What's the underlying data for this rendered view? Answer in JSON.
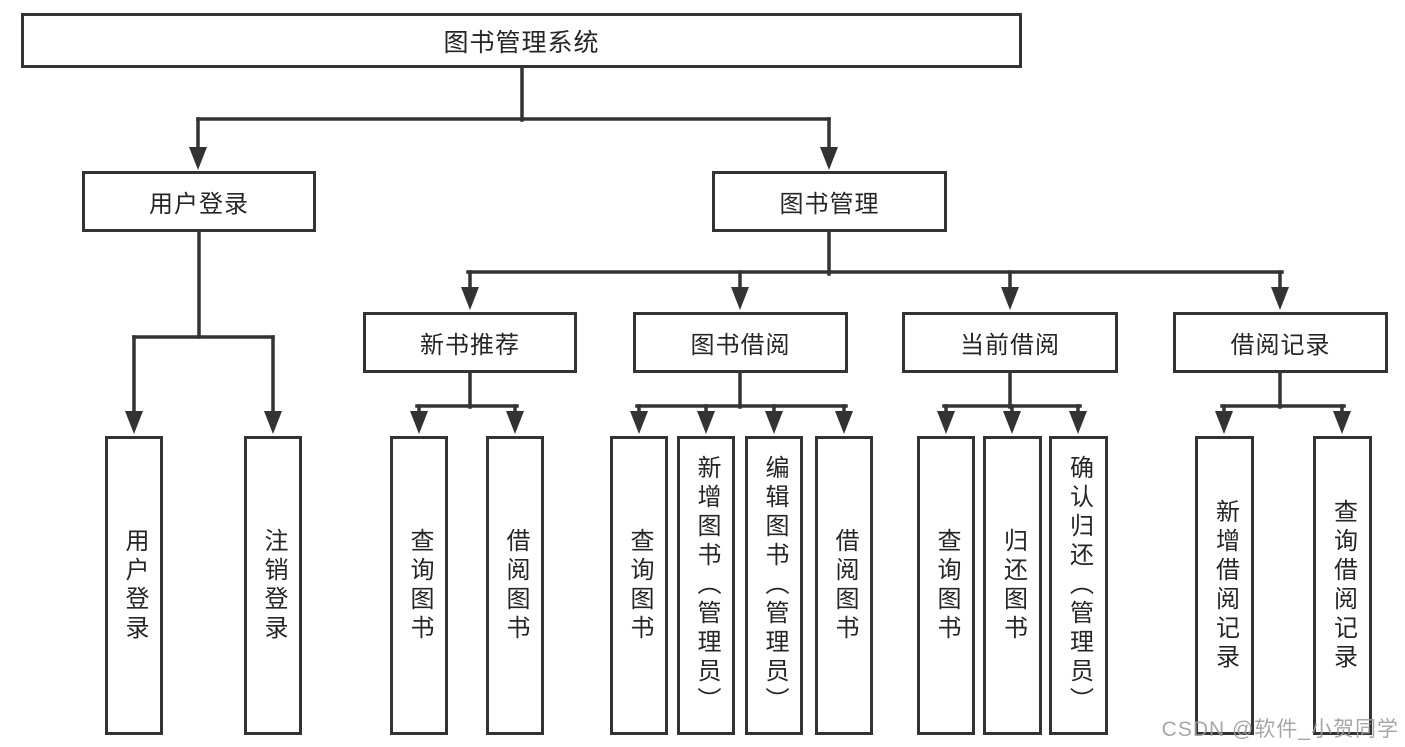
{
  "diagram_title": "图书管理系统",
  "tree": {
    "label": "图书管理系统",
    "children": [
      {
        "label": "用户登录",
        "children": [
          {
            "label": "用户登录"
          },
          {
            "label": "注销登录"
          }
        ]
      },
      {
        "label": "图书管理",
        "children": [
          {
            "label": "新书推荐",
            "children": [
              {
                "label": "查询图书"
              },
              {
                "label": "借阅图书"
              }
            ]
          },
          {
            "label": "图书借阅",
            "children": [
              {
                "label": "查询图书"
              },
              {
                "label": "新增图书（管理员）"
              },
              {
                "label": "编辑图书（管理员）"
              },
              {
                "label": "借阅图书"
              }
            ]
          },
          {
            "label": "当前借阅",
            "children": [
              {
                "label": "查询图书"
              },
              {
                "label": "归还图书"
              },
              {
                "label": "确认归还（管理员）"
              }
            ]
          },
          {
            "label": "借阅记录",
            "children": [
              {
                "label": "新增借阅记录"
              },
              {
                "label": "查询借阅记录"
              }
            ]
          }
        ]
      }
    ]
  },
  "watermark": {
    "text": "CSDN @软件_小贺同学"
  },
  "colors": {
    "line": "#333333",
    "text": "#262626",
    "box_fill": "#ffffff",
    "watermark": "#9e9e9e",
    "background": "#ffffff"
  }
}
